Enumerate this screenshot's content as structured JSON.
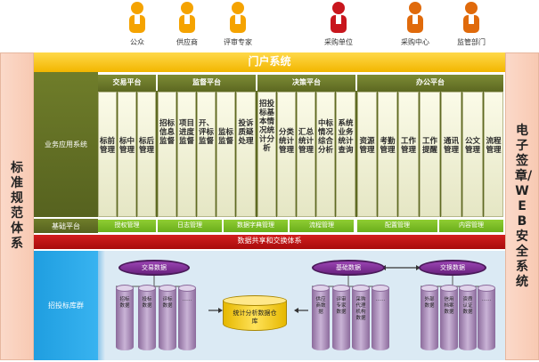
{
  "roles": [
    {
      "label": "公众",
      "color": "#f5a300"
    },
    {
      "label": "供应商",
      "color": "#f5a300"
    },
    {
      "label": "评审专家",
      "color": "#f5a300"
    },
    {
      "label": "采购单位",
      "color": "#c8161d"
    },
    {
      "label": "采购中心",
      "color": "#e06a0b"
    },
    {
      "label": "监管部门",
      "color": "#e06a0b"
    }
  ],
  "left_side": "标准规范体系",
  "right_side": "电子签章/WEB安全系统",
  "portal": "门户系统",
  "biz_label": "业务应用系统",
  "platforms": [
    "交易平台",
    "监督平台",
    "决策平台",
    "办公平台"
  ],
  "columns": [
    "标前管理",
    "标中管理",
    "标后管理",
    "招标信息监督",
    "项目进度监督",
    "开、评标监督",
    "监标监督",
    "投诉质疑处理",
    "招投标基本情况统计分析",
    "分类统计管理",
    "汇总统计管理",
    "中标情况综合分析",
    "系统业务统计查询",
    "资源管理",
    "考勤管理",
    "工作管理",
    "工作提醒",
    "通讯管理",
    "公文管理",
    "流程管理"
  ],
  "foundation_label": "基础平台",
  "foundation_items": [
    "授权管理",
    "日志管理",
    "数据字典管理",
    "流程管理",
    "配置管理",
    "内容管理"
  ],
  "exchange": "数据共享和交换体系",
  "db_label": "招投标库群",
  "db_groups": [
    "交易数据",
    "基础数据",
    "交换数据"
  ],
  "hub": "统计分析数据仓库",
  "cyl_trade": [
    "招标数据",
    "投标数据",
    "评标数据",
    "……"
  ],
  "cyl_base": [
    "供应商数据",
    "评审专家数据",
    "采购代理机构数据",
    "……"
  ],
  "cyl_exch": [
    "外部数据",
    "信用档案数据",
    "资质认证数据",
    "……"
  ]
}
